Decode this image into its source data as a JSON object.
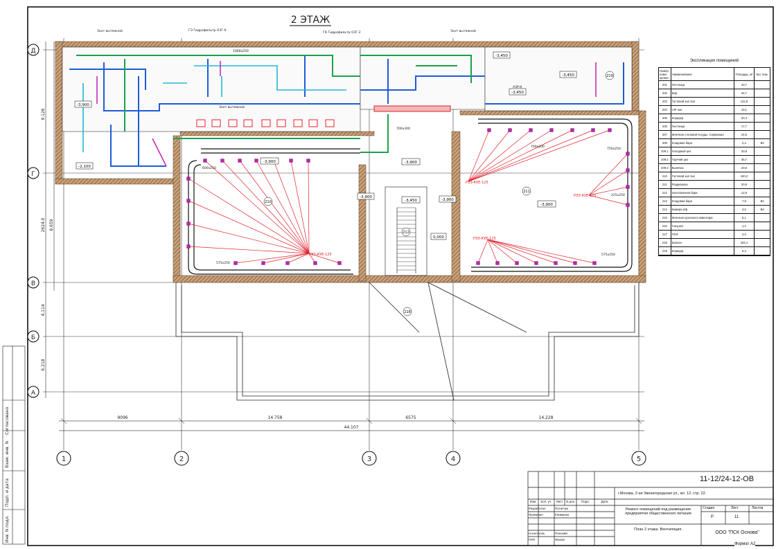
{
  "drawing": {
    "title": "2 ЭТАЖ",
    "axes_letters": [
      "Д",
      "Г",
      "В",
      "Б",
      "А"
    ],
    "axes_numbers": [
      "1",
      "2",
      "3",
      "4",
      "5"
    ],
    "dims_horizontal": [
      "9096",
      "14.758",
      "6575",
      "14.228"
    ],
    "dim_total": "44.107",
    "dims_vertical": [
      "9.126",
      "2624.0",
      "8.659",
      "4.114",
      "6.218"
    ],
    "levels": [
      "-3,900",
      "-3,900",
      "-3,900",
      "-3,900",
      "-3,450",
      "-3,900",
      "-3,450",
      "-3,450",
      "-3,450",
      "-2,100",
      "-3,900",
      "0,000"
    ],
    "rooms": [
      "210",
      "211",
      "212",
      "218",
      "219"
    ],
    "device_labels": [
      "РЭЗ-КУЕ-125",
      "РЭЗ-КУЕ-125",
      "РЭЗ-КУЕ-125",
      "РЭЗ-КУЕ-125"
    ],
    "duct_labels": [
      "575x250",
      "575x250",
      "750x250",
      "225x250",
      "700x200",
      "600x250",
      "1000x250",
      "700x300"
    ],
    "notes": [
      "Зонт вытяжной",
      "ГЭ Гидрофильтр ОЗГ-6",
      "ГК Гидрофильтр ОЗГ-2",
      "АЗР-К",
      "Зонт вытяжной",
      "Зонт вытяжной"
    ]
  },
  "legend": {
    "title": "Экспликация помещений",
    "headers": [
      "Номер поме-щения",
      "Наименование",
      "Площадь, м²",
      "Кат. пом."
    ],
    "rows": [
      [
        "201",
        "Лестница",
        "43,7",
        ""
      ],
      [
        "202",
        "Бар",
        "34,7",
        ""
      ],
      [
        "203",
        "Гостевой зал №2",
        "142,9",
        ""
      ],
      [
        "204",
        "VIP зал",
        "19,1",
        ""
      ],
      [
        "205",
        "Коридор",
        "20,4",
        ""
      ],
      [
        "206",
        "Лестница",
        "17,7",
        ""
      ],
      [
        "207",
        "Моечная столовой посуды. Сервизная",
        "24,5",
        ""
      ],
      [
        "208",
        "Кладовая бара",
        "2,4",
        "В4"
      ],
      [
        "209.1",
        "Холодный цех",
        "20,8",
        ""
      ],
      [
        "209.2",
        "Горячий цех",
        "35,7",
        ""
      ],
      [
        "209.3",
        "Выпечка",
        "20,8",
        ""
      ],
      [
        "210",
        "Гостевой зал №1",
        "100,2",
        ""
      ],
      [
        "211",
        "Раздевалка",
        "20,8",
        ""
      ],
      [
        "212",
        "Заготовочная бара",
        "12,9",
        ""
      ],
      [
        "213",
        "Кладовая бара",
        "7,8",
        "В4"
      ],
      [
        "214",
        "Камера к/ф",
        "4,0",
        "В4"
      ],
      [
        "215",
        "Моечная кухонного инвентаря",
        "8,1",
        ""
      ],
      [
        "216",
        "Санузел",
        "1,4",
        ""
      ],
      [
        "217",
        "ПУИ",
        "2,0",
        ""
      ],
      [
        "218",
        "Балкон",
        "164,1",
        ""
      ],
      [
        "219",
        "Коридор",
        "5,4",
        ""
      ]
    ]
  },
  "side_stamp": [
    "Согласовано",
    "Взам. инв. N",
    "Подп. и дата",
    "Инв. N подл."
  ],
  "title_block": {
    "code": "11-12/24-12-ОВ",
    "address": "г.Москва, 2-ая Звенигородская ул., вл. 12, стр. 22.",
    "project": "Ремонт помещений под размещение предприятия общественного питания",
    "sheet_name": "План 2 этажа. Вентиляция.",
    "company": "ООО \"ПСК Основа\"",
    "col_headers": [
      "Изм.",
      "Кол. уч.",
      "Лист",
      "N док.",
      "Подп.",
      "Дата"
    ],
    "stage_headers": [
      "Стадия",
      "Лист",
      "Листов"
    ],
    "stage": "Р",
    "sheet": "11",
    "sheets": "",
    "people": [
      [
        "Разработал",
        "Потапчук"
      ],
      [
        "Проверил",
        "Клименко"
      ],
      [
        "",
        ""
      ],
      [
        "",
        ""
      ],
      [
        "Н.контроль",
        "Понокий"
      ],
      [
        "ГИП",
        "Жахов"
      ]
    ]
  },
  "format_label": "Формат А2",
  "colors": {
    "supply": "#1e5bd8",
    "exhaust": "#19a14a",
    "red_lines": "#e0202a",
    "walls": "#8a5a3a",
    "cyan": "#22b7d6",
    "magenta": "#c21fb3"
  }
}
